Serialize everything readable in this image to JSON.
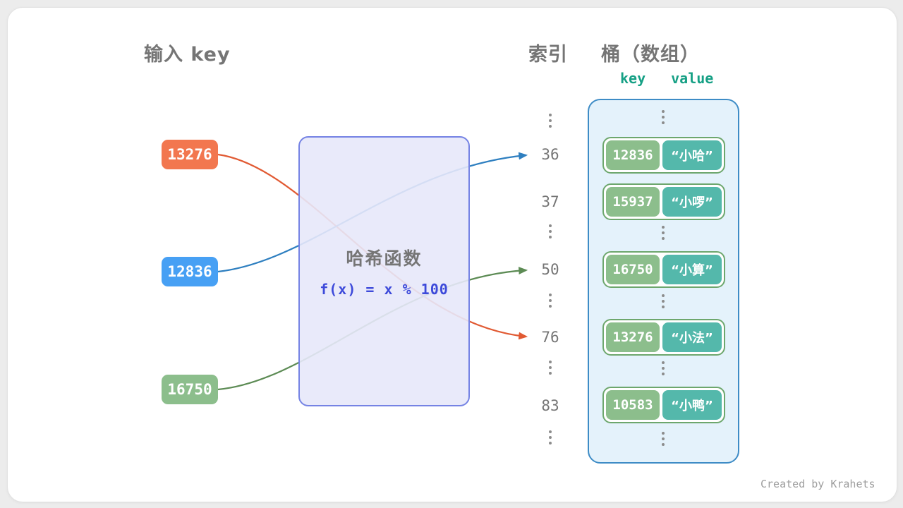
{
  "headers": {
    "input_key": "输入 key",
    "index": "索引",
    "bucket": "桶（数组）",
    "key_col": "key",
    "value_col": "value"
  },
  "input_keys": [
    {
      "value": "13276"
    },
    {
      "value": "12836"
    },
    {
      "value": "16750"
    }
  ],
  "hash_function": {
    "name": "哈希函数",
    "formula": "f(x) = x % 100"
  },
  "index_labels": [
    "36",
    "37",
    "50",
    "76",
    "83"
  ],
  "bucket_pairs": [
    {
      "key": "12836",
      "value": "“小哈”"
    },
    {
      "key": "15937",
      "value": "“小啰”"
    },
    {
      "key": "16750",
      "value": "“小算”"
    },
    {
      "key": "13276",
      "value": "“小法”"
    },
    {
      "key": "10583",
      "value": "“小鸭”"
    }
  ],
  "mappings": [
    {
      "from": "13276",
      "to_index": "76",
      "color": "orange"
    },
    {
      "from": "12836",
      "to_index": "36",
      "color": "blue"
    },
    {
      "from": "16750",
      "to_index": "50",
      "color": "green"
    }
  ],
  "watermark": "Created by Krahets",
  "colors": {
    "page_bg": "#ececec",
    "card_bg": "#ffffff",
    "card_border": "#e2e2e2",
    "heading_gray": "#757575",
    "key_orange": "#f2774f",
    "key_blue": "#47a0f4",
    "key_green": "#8cbe8c",
    "value_teal": "#54b8ab",
    "pair_border": "#6da76d",
    "bucket_fill": "#e4f2fb",
    "bucket_border": "#3e8cc6",
    "hash_fill": "rgba(231,232,250,0.9)",
    "hash_border": "#7583e4",
    "formula_blue": "#3d4ada",
    "curve_orange": "#e15a33",
    "curve_blue": "#2e7fc0",
    "curve_green": "#5c8b54",
    "kv_header_teal": "#16a085",
    "dots_gray": "#8c8c8c",
    "watermark_gray": "#9e9e9e"
  }
}
